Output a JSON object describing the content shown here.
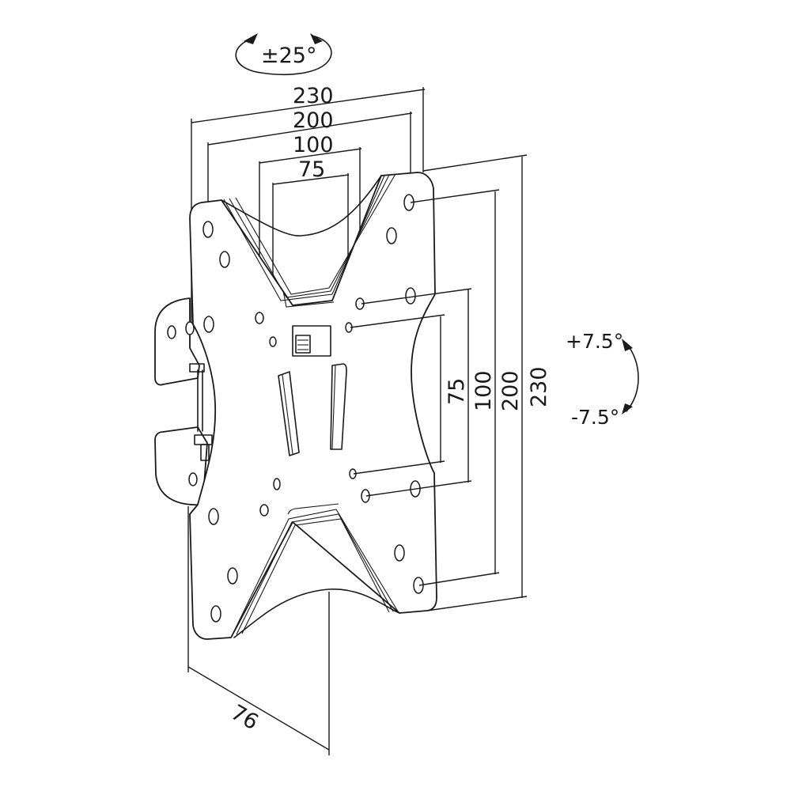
{
  "diagram": {
    "subject": "TV wall mount bracket",
    "line_color": "#1a1a1a",
    "background": "#ffffff"
  },
  "swivel": {
    "label": "±25°",
    "icon": "rotate-both-ways-icon"
  },
  "tilt": {
    "up_label": "+7.5°",
    "down_label": "-7.5°",
    "icon": "tilt-arc-icon"
  },
  "horizontal_dimensions": [
    {
      "label": "230"
    },
    {
      "label": "200"
    },
    {
      "label": "100"
    },
    {
      "label": "75"
    }
  ],
  "vertical_dimensions": [
    {
      "label": "75"
    },
    {
      "label": "100"
    },
    {
      "label": "200"
    },
    {
      "label": "230"
    }
  ],
  "depth_dimension": {
    "label": "76"
  }
}
